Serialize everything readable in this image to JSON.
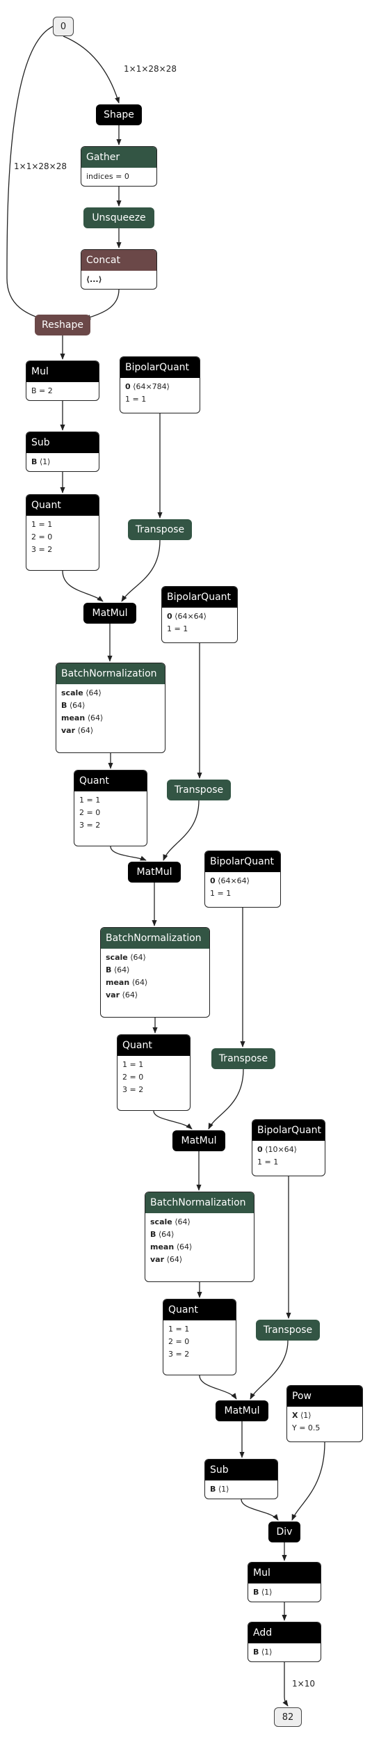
{
  "colors": {
    "operator": "#000000",
    "layer": "#335544",
    "shape": "#6b4848",
    "edge": "#222222",
    "terminal_bg": "#eeeeee"
  },
  "input": "0",
  "output": "82",
  "edge_labels": {
    "input_to_shape": "1×1×28×28",
    "input_to_reshape": "1×1×28×28",
    "add_to_output": "1×10"
  },
  "nodes": {
    "shape": {
      "title": "Shape"
    },
    "gather": {
      "title": "Gather",
      "attrs": [
        {
          "k": "indices = 0"
        }
      ]
    },
    "unsqueeze": {
      "title": "Unsqueeze"
    },
    "concat": {
      "title": "Concat",
      "attrs": [
        {
          "k": "⟨...⟩",
          "b": true
        }
      ]
    },
    "reshape": {
      "title": "Reshape"
    },
    "mul1": {
      "title": "Mul",
      "attrs": [
        {
          "k": "B = 2"
        }
      ]
    },
    "sub1": {
      "title": "Sub",
      "attrs": [
        {
          "k": "B",
          "b": true,
          "v": "⟨1⟩"
        }
      ]
    },
    "quant1": {
      "title": "Quant",
      "attrs": [
        {
          "k": "1 = 1"
        },
        {
          "k": "2 = 0"
        },
        {
          "k": "3 = 2"
        }
      ]
    },
    "bq1": {
      "title": "BipolarQuant",
      "attrs": [
        {
          "k": "0",
          "b": true,
          "v": "⟨64×784⟩"
        },
        {
          "k": "1 = 1"
        }
      ]
    },
    "tr1": {
      "title": "Transpose"
    },
    "mm1": {
      "title": "MatMul"
    },
    "bq2": {
      "title": "BipolarQuant",
      "attrs": [
        {
          "k": "0",
          "b": true,
          "v": "⟨64×64⟩"
        },
        {
          "k": "1 = 1"
        }
      ]
    },
    "bn1": {
      "title": "BatchNormalization",
      "attrs": [
        {
          "k": "scale",
          "b": true,
          "v": "⟨64⟩"
        },
        {
          "k": "B",
          "b": true,
          "v": "⟨64⟩"
        },
        {
          "k": "mean",
          "b": true,
          "v": "⟨64⟩"
        },
        {
          "k": "var",
          "b": true,
          "v": "⟨64⟩"
        }
      ]
    },
    "quant2": {
      "title": "Quant",
      "attrs": [
        {
          "k": "1 = 1"
        },
        {
          "k": "2 = 0"
        },
        {
          "k": "3 = 2"
        }
      ]
    },
    "tr2": {
      "title": "Transpose"
    },
    "mm2": {
      "title": "MatMul"
    },
    "bq3": {
      "title": "BipolarQuant",
      "attrs": [
        {
          "k": "0",
          "b": true,
          "v": "⟨64×64⟩"
        },
        {
          "k": "1 = 1"
        }
      ]
    },
    "bn2": {
      "title": "BatchNormalization",
      "attrs": [
        {
          "k": "scale",
          "b": true,
          "v": "⟨64⟩"
        },
        {
          "k": "B",
          "b": true,
          "v": "⟨64⟩"
        },
        {
          "k": "mean",
          "b": true,
          "v": "⟨64⟩"
        },
        {
          "k": "var",
          "b": true,
          "v": "⟨64⟩"
        }
      ]
    },
    "quant3": {
      "title": "Quant",
      "attrs": [
        {
          "k": "1 = 1"
        },
        {
          "k": "2 = 0"
        },
        {
          "k": "3 = 2"
        }
      ]
    },
    "tr3": {
      "title": "Transpose"
    },
    "mm3": {
      "title": "MatMul"
    },
    "bq4": {
      "title": "BipolarQuant",
      "attrs": [
        {
          "k": "0",
          "b": true,
          "v": "⟨10×64⟩"
        },
        {
          "k": "1 = 1"
        }
      ]
    },
    "bn3": {
      "title": "BatchNormalization",
      "attrs": [
        {
          "k": "scale",
          "b": true,
          "v": "⟨64⟩"
        },
        {
          "k": "B",
          "b": true,
          "v": "⟨64⟩"
        },
        {
          "k": "mean",
          "b": true,
          "v": "⟨64⟩"
        },
        {
          "k": "var",
          "b": true,
          "v": "⟨64⟩"
        }
      ]
    },
    "quant4": {
      "title": "Quant",
      "attrs": [
        {
          "k": "1 = 1"
        },
        {
          "k": "2 = 0"
        },
        {
          "k": "3 = 2"
        }
      ]
    },
    "tr4": {
      "title": "Transpose"
    },
    "mm4": {
      "title": "MatMul"
    },
    "pow": {
      "title": "Pow",
      "attrs": [
        {
          "k": "X",
          "b": true,
          "v": "⟨1⟩"
        },
        {
          "k": "Y = 0.5"
        }
      ]
    },
    "sub2": {
      "title": "Sub",
      "attrs": [
        {
          "k": "B",
          "b": true,
          "v": "⟨1⟩"
        }
      ]
    },
    "div": {
      "title": "Div"
    },
    "mul2": {
      "title": "Mul",
      "attrs": [
        {
          "k": "B",
          "b": true,
          "v": "⟨1⟩"
        }
      ]
    },
    "add": {
      "title": "Add",
      "attrs": [
        {
          "k": "B",
          "b": true,
          "v": "⟨1⟩"
        }
      ]
    }
  }
}
